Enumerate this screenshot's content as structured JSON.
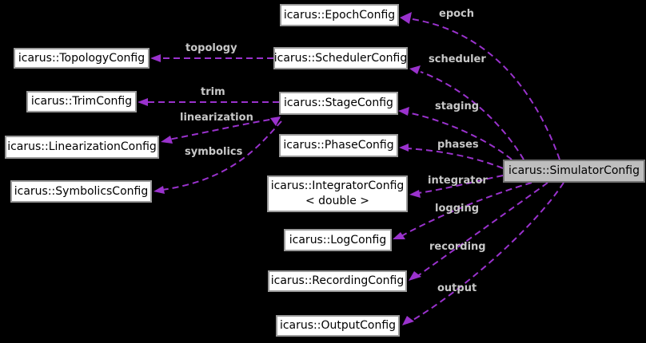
{
  "diagram_type": "collaboration-graph",
  "colors": {
    "background": "#000000",
    "edge": "#9a32cd",
    "edge_label_text": "#c8c8c8",
    "node_fill": "#ffffff",
    "node_border": "#9a9a9a",
    "node_text": "#000000",
    "highlight_node_fill": "#bebebe",
    "highlight_node_border": "#747474"
  },
  "nodes": {
    "epoch": {
      "label": "icarus::EpochConfig"
    },
    "topology": {
      "label": "icarus::TopologyConfig"
    },
    "scheduler": {
      "label": "icarus::SchedulerConfig"
    },
    "trim": {
      "label": "icarus::TrimConfig"
    },
    "stage": {
      "label": "icarus::StageConfig"
    },
    "linearization": {
      "label": "icarus::LinearizationConfig"
    },
    "phase": {
      "label": "icarus::PhaseConfig"
    },
    "symbolics": {
      "label": "icarus::SymbolicsConfig"
    },
    "integrator": {
      "label": "icarus::IntegratorConfig",
      "label2": "< double >"
    },
    "log": {
      "label": "icarus::LogConfig"
    },
    "recording": {
      "label": "icarus::RecordingConfig"
    },
    "output": {
      "label": "icarus::OutputConfig"
    },
    "simulator": {
      "label": "icarus::SimulatorConfig"
    }
  },
  "edge_labels": {
    "epoch": "epoch",
    "scheduler": "scheduler",
    "staging": "staging",
    "phases": "phases",
    "integrator": "integrator",
    "logging": "logging",
    "recording": "recording",
    "output": "output",
    "topology": "topology",
    "trim": "trim",
    "linearization": "linearization",
    "symbolics": "symbolics"
  }
}
